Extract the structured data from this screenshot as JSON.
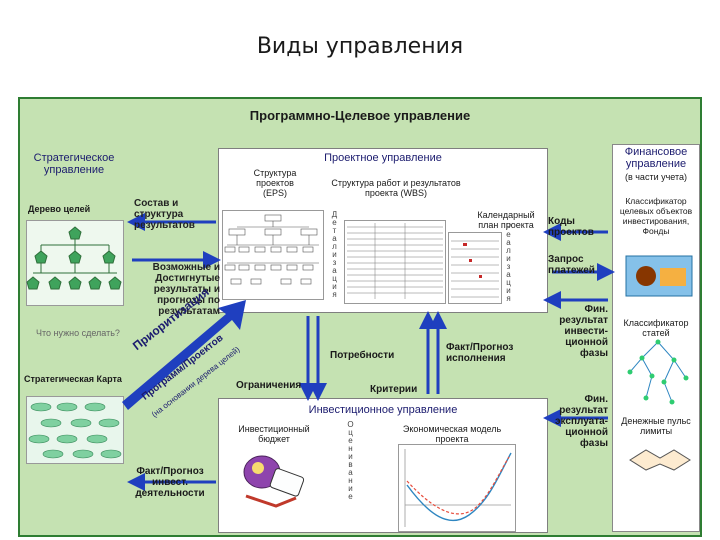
{
  "slide_title": "Виды управления",
  "main_title": "Программно-Целевое управление",
  "strategic": {
    "title": "Стратегическое управление",
    "goal_tree": "Дерево целей",
    "question": "Что нужно сделать?",
    "strategy_map": "Стратегическая Карта"
  },
  "project": {
    "title": "Проектное управление",
    "eps": "Структура проектов (EPS)",
    "wbs": "Структура работ и результатов проекта (WBS)",
    "calendar": "Календарный план проекта",
    "detail_vertical": "Детализация",
    "realization_vertical": "Реализация"
  },
  "financial": {
    "title": "Финансовое управление",
    "subtitle": "(в части учета)",
    "classifier_targets": "Классификатор целевых объектов инвестирования, Фонды",
    "classifier_articles": "Классификатор статей",
    "cashflow": "Денежные пульс лимиты"
  },
  "investment": {
    "title": "Инвестиционное управление",
    "budget": "Инвестиционный бюджет",
    "economic_model": "Экономическая модель проекта",
    "evaluation_vertical": "Оценивание"
  },
  "flows": {
    "composition": "Состав и структура результатов",
    "possible": "Возможные и Достигнутые результаты и прогнозы по результатам",
    "prioritization_1": "Приоритизация",
    "prioritization_2": "Программ/Проектов",
    "prioritization_3": "(на основании дерева целей)",
    "needs": "Потребности",
    "fact_forecast_exec": "Факт/Прогноз исполнения",
    "limits": "Ограничения",
    "criteria": "Критерии",
    "project_codes": "Коды проектов",
    "payment_request": "Запрос платежей",
    "fin_result_invest": "Фин. результат инвести-ционной фазы",
    "fin_result_exploit": "Фин. результат эксплуата-ционной фазы",
    "fact_forecast_invest": "Факт/Прогноз инвест. деятельности"
  },
  "colors": {
    "background": "#c5e2b2",
    "arrow": "#1f3fbf",
    "frame": "#2e7d32"
  }
}
